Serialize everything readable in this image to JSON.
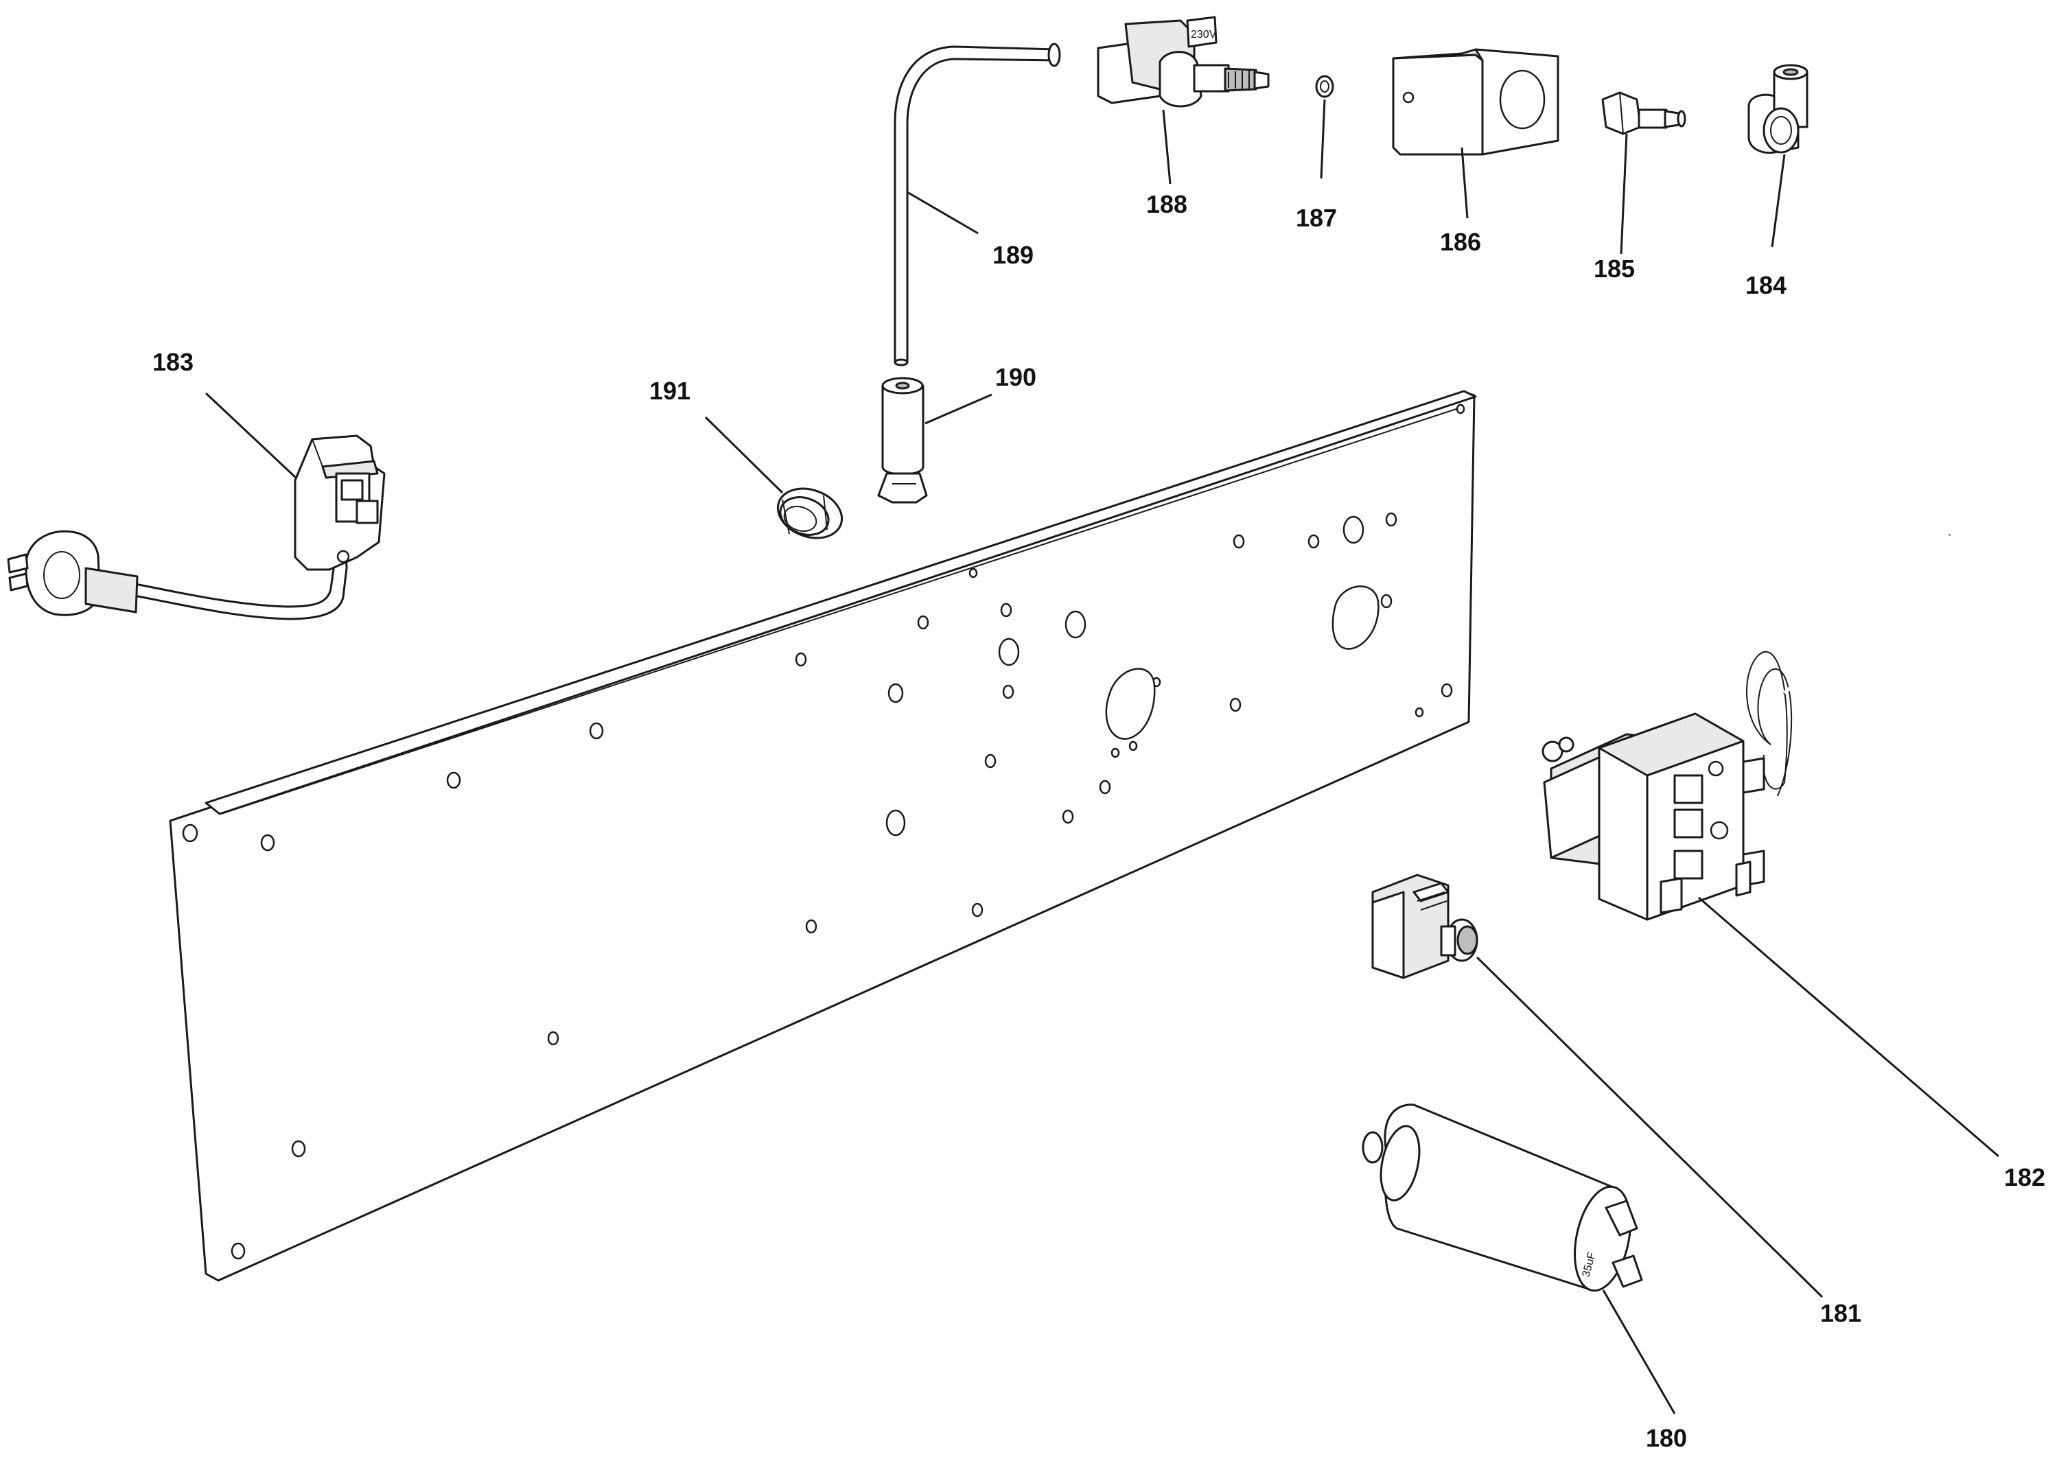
{
  "diagram": {
    "type": "exploded parts diagram",
    "callouts": [
      {
        "id": "c180",
        "label": "180"
      },
      {
        "id": "c181",
        "label": "181"
      },
      {
        "id": "c182",
        "label": "182"
      },
      {
        "id": "c183",
        "label": "183"
      },
      {
        "id": "c184",
        "label": "184"
      },
      {
        "id": "c185",
        "label": "185"
      },
      {
        "id": "c186",
        "label": "186"
      },
      {
        "id": "c187",
        "label": "187"
      },
      {
        "id": "c188",
        "label": "188"
      },
      {
        "id": "c189",
        "label": "189"
      },
      {
        "id": "c190",
        "label": "190"
      },
      {
        "id": "c191",
        "label": "191"
      }
    ],
    "part_markings": {
      "capacitor_rating": "35uF",
      "valve_marking": "230V"
    }
  }
}
